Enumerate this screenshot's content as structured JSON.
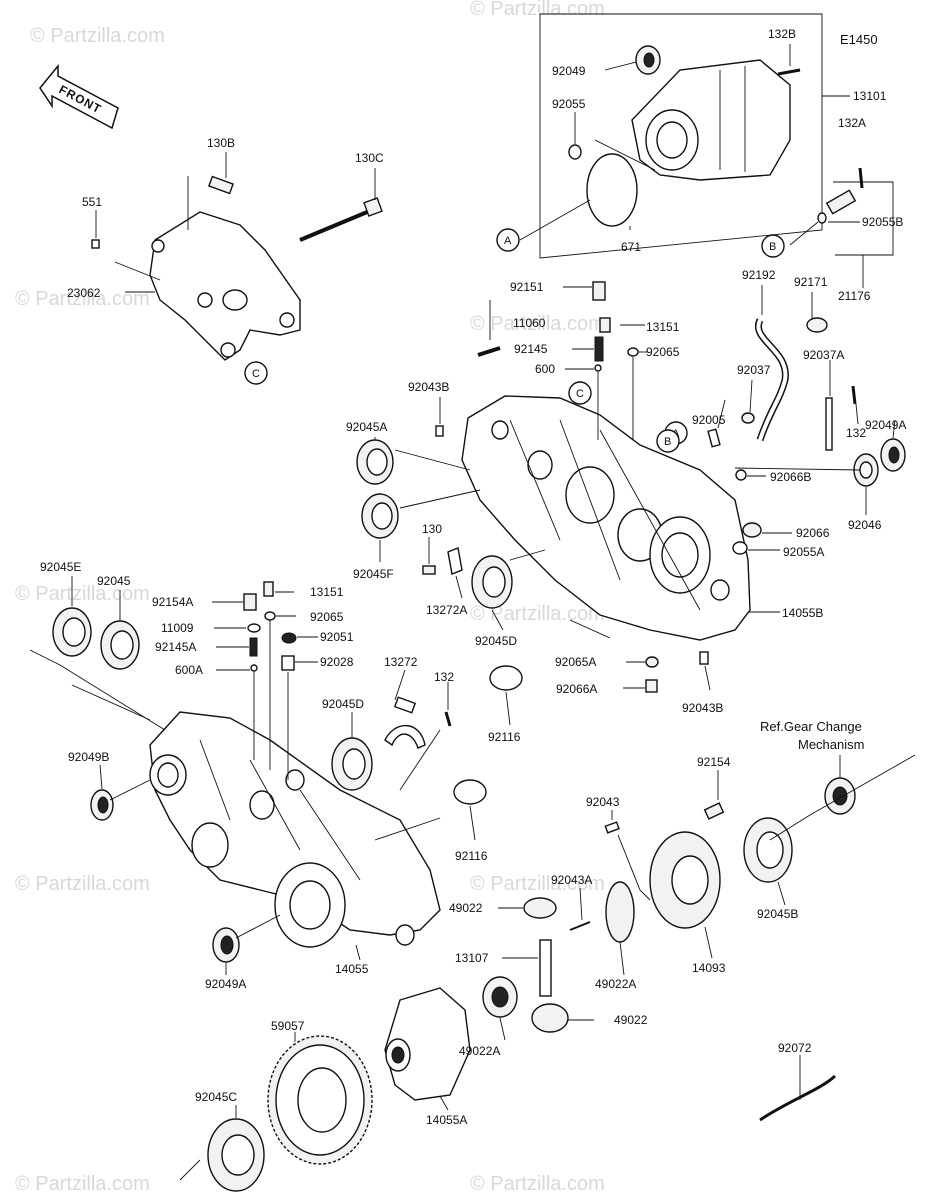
{
  "diagram_code": "E1450",
  "front_label": "FRONT",
  "reference_note_line1": "Ref.Gear Change",
  "reference_note_line2": "Mechanism",
  "watermark": "© Partzilla.com",
  "callouts": [
    "A",
    "B",
    "C"
  ],
  "parts": [
    "92049",
    "132B",
    "92055",
    "13101",
    "671",
    "132A",
    "92055B",
    "21176",
    "130B",
    "130C",
    "551",
    "23062",
    "92151",
    "11060",
    "13151",
    "92145",
    "92065",
    "600",
    "92192",
    "92171",
    "92045A",
    "92043B",
    "92005",
    "92037",
    "92037A",
    "132",
    "92049A",
    "92066B",
    "92046",
    "92066",
    "92055A",
    "92045F",
    "130",
    "13272A",
    "92045D",
    "14055B",
    "92065A",
    "92066A",
    "92116",
    "92045E",
    "92045",
    "92154A",
    "11009",
    "92145A",
    "600A",
    "92051",
    "92028",
    "13272",
    "92049B",
    "92154",
    "92043",
    "92045B",
    "92043A",
    "49022",
    "14093",
    "13107",
    "49022A",
    "14055",
    "59057",
    "14055A",
    "92045C",
    "92072"
  ]
}
